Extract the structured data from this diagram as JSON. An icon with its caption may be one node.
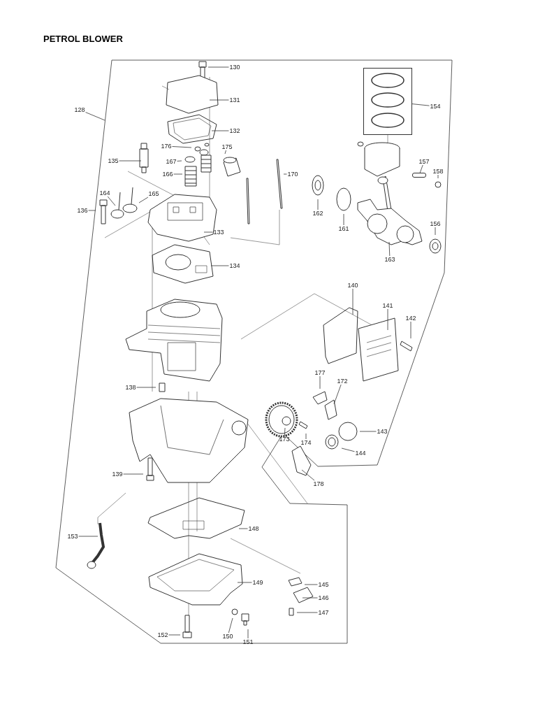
{
  "diagram": {
    "title": "PETROL BLOWER",
    "nodes": [
      {
        "text": [
          "130"
        ]
      },
      {
        "text": [
          "131"
        ]
      },
      {
        "text": [
          "154"
        ]
      },
      {
        "text": [],
        "shape": "box"
      },
      {
        "text": [
          "128"
        ]
      },
      {
        "text": [
          "132"
        ]
      },
      {
        "text": [
          "176"
        ]
      },
      {
        "text": [
          "175"
        ]
      },
      {
        "text": [
          "167"
        ]
      },
      {
        "text": [
          "135"
        ]
      },
      {
        "text": [
          "166"
        ]
      },
      {
        "text": [
          "170"
        ]
      },
      {
        "text": [
          "157"
        ]
      },
      {
        "text": [
          "158"
        ]
      },
      {
        "text": [
          "164"
        ]
      },
      {
        "text": [
          "165"
        ]
      },
      {
        "text": [
          "136"
        ]
      },
      {
        "text": [
          "162"
        ]
      },
      {
        "text": [
          "161"
        ]
      },
      {
        "text": [
          "133"
        ]
      },
      {
        "text": [
          "156"
        ]
      },
      {
        "text": [
          "163"
        ]
      },
      {
        "text": [
          "134"
        ]
      },
      {
        "text": [
          "140"
        ]
      },
      {
        "text": [
          "141"
        ]
      },
      {
        "text": [
          "142"
        ]
      },
      {
        "text": [
          "177"
        ]
      },
      {
        "text": [
          "138"
        ]
      },
      {
        "text": [
          "172"
        ]
      },
      {
        "text": [
          "143"
        ]
      },
      {
        "text": [
          "173"
        ]
      },
      {
        "text": [
          "174"
        ]
      },
      {
        "text": [
          "144"
        ]
      },
      {
        "text": [
          "139"
        ]
      },
      {
        "text": [
          "178"
        ]
      },
      {
        "text": [
          "148"
        ]
      },
      {
        "text": [
          "153"
        ]
      },
      {
        "text": [
          "149"
        ]
      },
      {
        "text": [
          "145"
        ]
      },
      {
        "text": [
          "146"
        ]
      },
      {
        "text": [
          "147"
        ]
      },
      {
        "text": [
          "150"
        ]
      },
      {
        "text": [
          "152"
        ]
      },
      {
        "text": [
          "151"
        ]
      },
      {
        "text": [],
        "shape": "cylinder"
      }
    ],
    "edges": [
      {
        "from": 0,
        "to": null,
        "arrow": "none"
      },
      {
        "from": 1,
        "to": null,
        "arrow": "none"
      },
      {
        "from": 2,
        "to": 3,
        "arrow": "none"
      },
      {
        "from": 4,
        "to": null,
        "arrow": "none"
      },
      {
        "from": 5,
        "to": null,
        "arrow": "none"
      },
      {
        "from": 6,
        "to": null,
        "arrow": "none"
      },
      {
        "from": 7,
        "to": null,
        "arrow": "none"
      },
      {
        "from": 8,
        "to": null,
        "arrow": "none"
      },
      {
        "from": 9,
        "to": null,
        "arrow": "none"
      },
      {
        "from": 10,
        "to": null,
        "arrow": "none"
      },
      {
        "from": 11,
        "to": null,
        "arrow": "none"
      },
      {
        "from": 12,
        "to": 44,
        "arrow": "none"
      },
      {
        "from": 13,
        "to": null,
        "arrow": "none"
      },
      {
        "from": 14,
        "to": null,
        "arrow": "none"
      },
      {
        "from": 15,
        "to": null,
        "arrow": "none"
      },
      {
        "from": 16,
        "to": null,
        "arrow": "none"
      },
      {
        "from": 17,
        "to": null,
        "arrow": "none"
      },
      {
        "from": 18,
        "to": null,
        "arrow": "none"
      },
      {
        "from": 19,
        "to": null,
        "arrow": "none"
      },
      {
        "from": 20,
        "to": null,
        "arrow": "none"
      },
      {
        "from": 21,
        "to": null,
        "arrow": "none"
      },
      {
        "from": 22,
        "to": null,
        "arrow": "none"
      },
      {
        "from": 23,
        "to": null,
        "arrow": "none"
      },
      {
        "from": 24,
        "to": null,
        "arrow": "none"
      },
      {
        "from": 25,
        "to": null,
        "arrow": "none"
      },
      {
        "from": 26,
        "to": null,
        "arrow": "none"
      },
      {
        "from": 27,
        "to": null,
        "arrow": "none"
      },
      {
        "from": 28,
        "to": null,
        "arrow": "none"
      },
      {
        "from": 29,
        "to": null,
        "arrow": "none"
      },
      {
        "from": 30,
        "to": null,
        "arrow": "none"
      },
      {
        "from": 31,
        "to": null,
        "arrow": "none"
      },
      {
        "from": 32,
        "to": null,
        "arrow": "none"
      },
      {
        "from": 33,
        "to": null,
        "arrow": "none"
      },
      {
        "from": 34,
        "to": null,
        "arrow": "none"
      },
      {
        "from": 35,
        "to": null,
        "arrow": "none"
      },
      {
        "from": 36,
        "to": null,
        "arrow": "none"
      },
      {
        "from": 37,
        "to": null,
        "arrow": "none"
      },
      {
        "from": 38,
        "to": null,
        "arrow": "none"
      },
      {
        "from": 39,
        "to": null,
        "arrow": "none"
      },
      {
        "from": 40,
        "to": null,
        "arrow": "none"
      },
      {
        "from": 41,
        "to": null,
        "arrow": "none"
      },
      {
        "from": 42,
        "to": null,
        "arrow": "none"
      },
      {
        "from": 43,
        "to": null,
        "arrow": "none"
      }
    ]
  }
}
